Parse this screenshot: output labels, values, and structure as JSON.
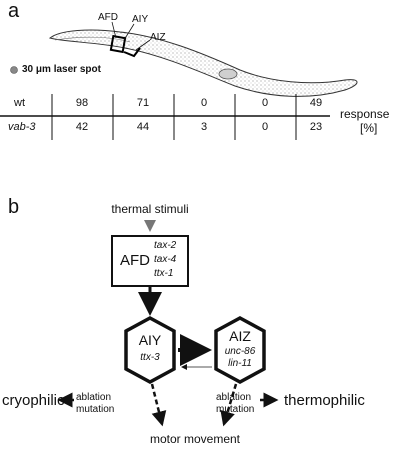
{
  "panel_a": {
    "label": "a",
    "neuron_labels": [
      "AFD",
      "AIY",
      "AIZ"
    ],
    "laser_legend": "30 μm laser spot",
    "table": {
      "rows": [
        {
          "name": "wt",
          "values": [
            "98",
            "71",
            "0",
            "0",
            "49"
          ]
        },
        {
          "name": "vab-3",
          "values": [
            "42",
            "44",
            "3",
            "0",
            "23"
          ]
        }
      ],
      "side_label_line1": "response",
      "side_label_line2": "[%]"
    }
  },
  "panel_b": {
    "label": "b",
    "stimulus": "thermal stimuli",
    "afd": {
      "name": "AFD",
      "genes": [
        "tax-2",
        "tax-4",
        "ttx-1"
      ]
    },
    "aiy": {
      "name": "AIY",
      "genes": [
        "ttx-3"
      ]
    },
    "aiz": {
      "name": "AIZ",
      "genes": [
        "unc-86",
        "lin-11"
      ]
    },
    "left_annotation": [
      "ablation",
      "mutation"
    ],
    "right_annotation": [
      "ablation",
      "mutation"
    ],
    "left_phenotype": "cryophilic",
    "right_phenotype": "thermophilic",
    "output": "motor movement"
  }
}
